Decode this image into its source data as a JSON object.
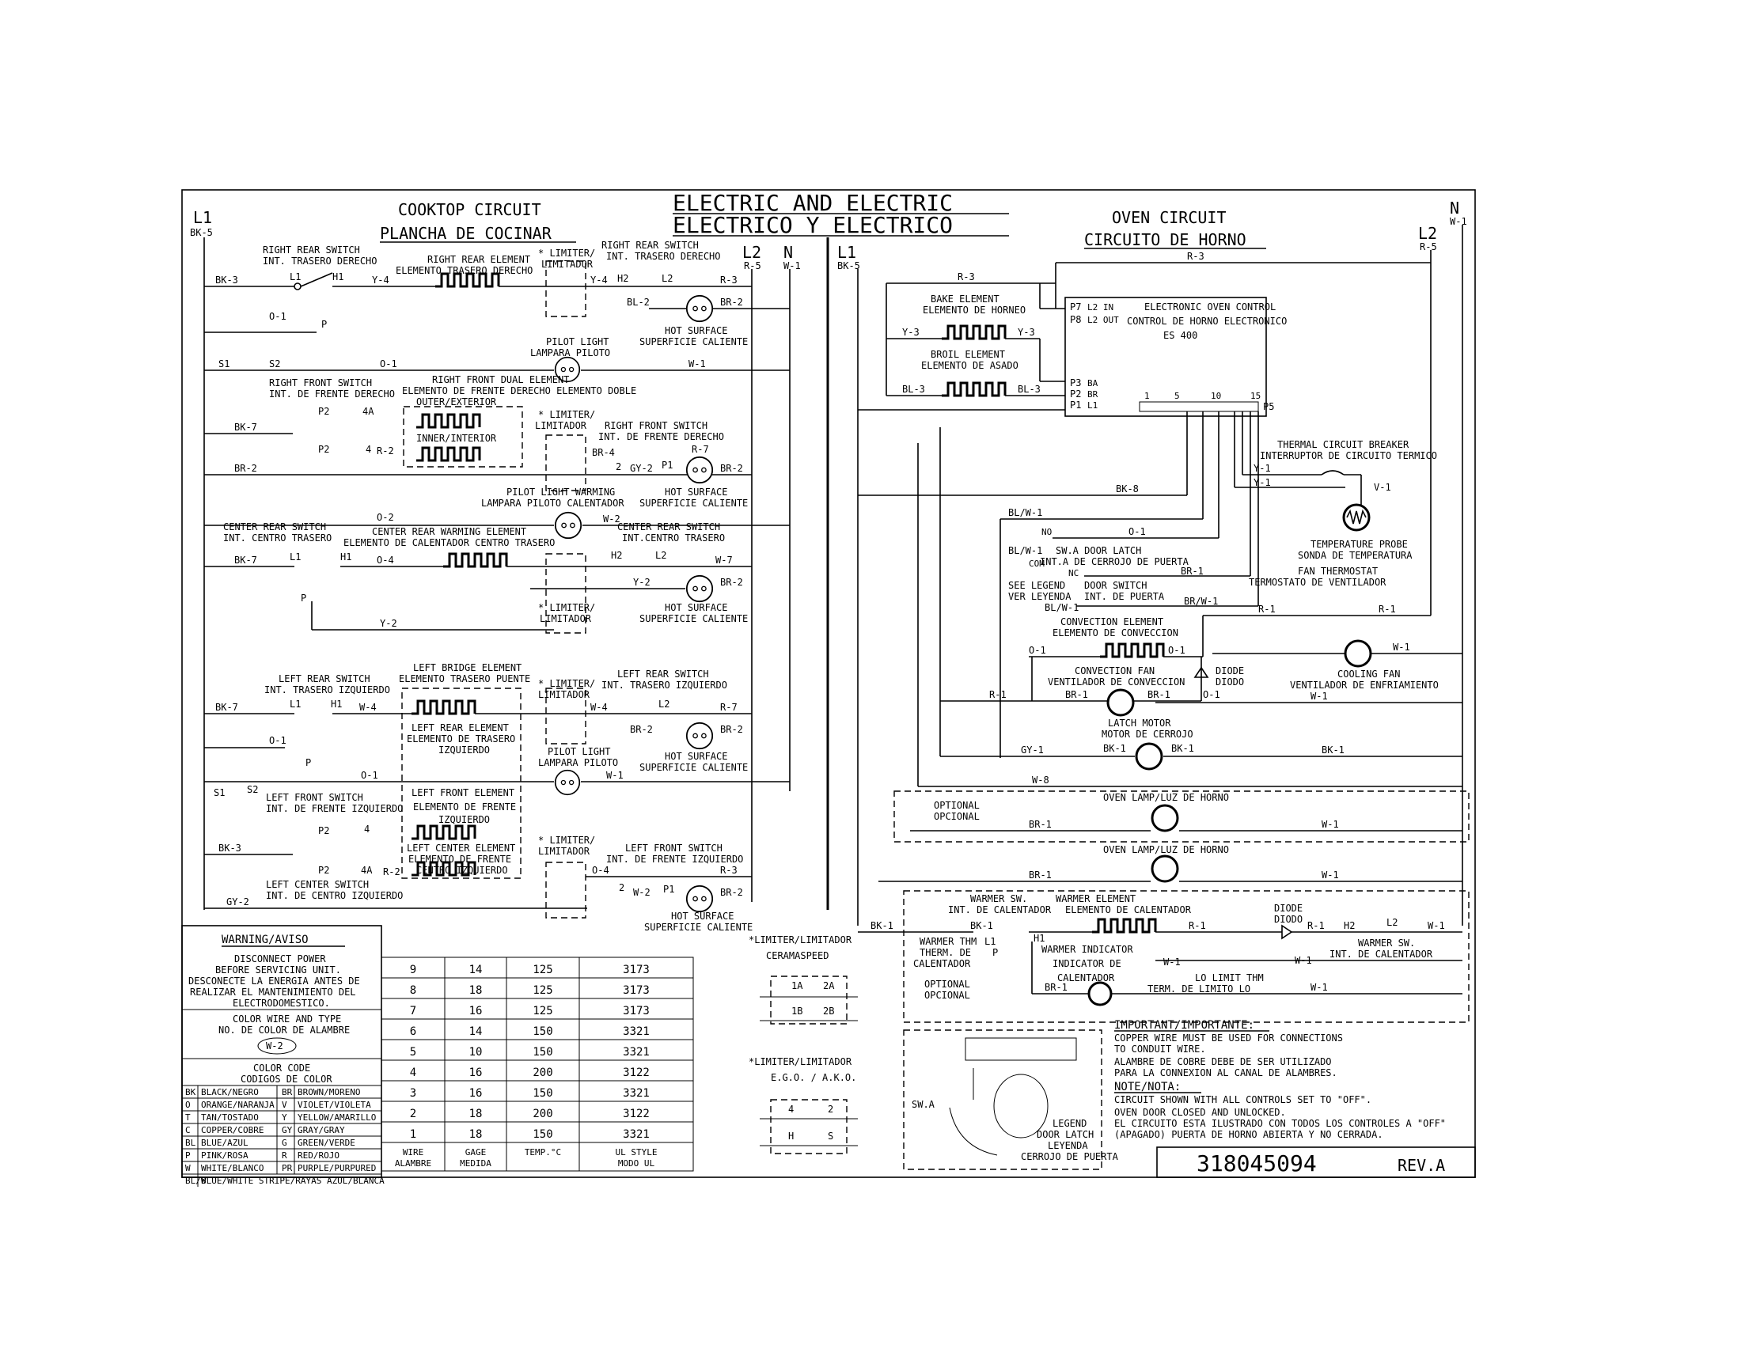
{
  "titles": {
    "main1": "ELECTRIC AND ELECTRIC",
    "main2": "ELECTRICO Y ELECTRICO",
    "cooktop1": "COOKTOP CIRCUIT",
    "cooktop2": "PLANCHA DE COCINAR",
    "oven1": "OVEN CIRCUIT",
    "oven2": "CIRCUITO DE HORNO"
  },
  "rails": {
    "L1": "L1",
    "BK5": "BK-5",
    "L2": "L2",
    "R5": "R-5",
    "N": "N",
    "W1": "W-1"
  },
  "cooktop": {
    "right_rear_switch": "RIGHT REAR SWITCH",
    "int_trasero_derecho": "INT. TRASERO DERECHO",
    "right_rear_element": "RIGHT REAR ELEMENT",
    "elemento_trasero_derecho": "ELEMENTO TRASERO DERECHO",
    "limiter": "* LIMITER/",
    "limitador": "LIMITADOR",
    "pilot_light": "PILOT LIGHT",
    "lampara_piloto": "LAMPARA PILOTO",
    "hot_surface": "HOT SURFACE",
    "superficie_caliente": "SUPERFICIE CALIENTE",
    "right_front_switch": "RIGHT FRONT SWITCH",
    "int_frente_derecho": "INT. DE FRENTE DERECHO",
    "right_front_dual": "RIGHT FRONT DUAL ELEMENT",
    "elemento_doble": "ELEMENTO DE FRENTE DERECHO ELEMENTO DOBLE",
    "outer": "OUTER/EXTERIOR",
    "inner": "INNER/INTERIOR",
    "pilot_warming": "PILOT LIGHT WARMING",
    "lampara_calentador": "LAMPARA PILOTO CALENTADOR",
    "center_rear_switch": "CENTER REAR SWITCH",
    "int_centro_trasero": "INT. CENTRO TRASERO",
    "center_rear_warming": "CENTER REAR WARMING ELEMENT",
    "elemento_calentador": "ELEMENTO DE CALENTADOR CENTRO TRASERO",
    "left_rear_switch": "LEFT REAR SWITCH",
    "int_trasero_izquierdo": "INT. TRASERO IZQUIERDO",
    "left_bridge": "LEFT BRIDGE ELEMENT",
    "elemento_trasero_puente": "ELEMENTO TRASERO PUENTE",
    "left_rear_element": "LEFT REAR ELEMENT",
    "elemento_de_trasero": "ELEMENTO DE TRASERO",
    "izquierdo": "IZQUIERDO",
    "left_front_switch": "LEFT FRONT SWITCH",
    "int_frente_izquierdo": "INT. DE FRENTE IZQUIERDO",
    "left_front_element": "LEFT FRONT ELEMENT",
    "elemento_de_frente": "ELEMENTO DE FRENTE",
    "left_center_element": "LEFT CENTER ELEMENT",
    "centro_izquierdo": "CENTRO IZQUIERDO",
    "left_center_switch": "LEFT CENTER SWITCH",
    "int_centro_izquierdo": "INT. DE CENTRO IZQUIERDO",
    "int_centro_trasero_center": "INT.CENTRO TRASERO"
  },
  "wires": {
    "BK3": "BK-3",
    "BK7": "BK-7",
    "BR2": "BR-2",
    "O1": "O-1",
    "O2": "O-2",
    "O4": "O-4",
    "Y2": "Y-2",
    "Y3": "Y-3",
    "Y4": "Y-4",
    "W1": "W-1",
    "W2": "W-2",
    "W4": "W-4",
    "W7": "W-7",
    "W8": "W-8",
    "R1": "R-1",
    "R2": "R-2",
    "R3": "R-3",
    "R7": "R-7",
    "BL2": "BL-2",
    "BL3": "BL-3",
    "BR1": "BR-1",
    "BR4": "BR-4",
    "GY1": "GY-1",
    "GY2": "GY-2",
    "BK1": "BK-1",
    "BK8": "BK-8",
    "BLW1": "BL/W-1",
    "BRW1": "BR/W-1",
    "V1": "V-1",
    "Y1": "Y-1"
  },
  "terminals": {
    "L1": "L1",
    "L2": "L2",
    "H1": "H1",
    "H2": "H2",
    "P": "P",
    "P1": "P1",
    "P2": "P2",
    "S1": "S1",
    "S2": "S2",
    "4": "4",
    "4A": "4A",
    "2": "2"
  },
  "oven": {
    "bake_element": "BAKE ELEMENT",
    "elemento_horneo": "ELEMENTO DE HORNEO",
    "broil_element": "BROIL ELEMENT",
    "elemento_asado": "ELEMENTO DE ASADO",
    "eoc1": "ELECTRONIC OVEN CONTROL",
    "eoc2": "CONTROL DE HORNO ELECTRONICO",
    "eoc3": "ES 400",
    "p7": "P7",
    "l2in": "L2 IN",
    "p8": "P8",
    "l2out": "L2 OUT",
    "p3": "P3",
    "ba": "BA",
    "p2": "P2",
    "br": "BR",
    "p1": "P1",
    "l1": "L1",
    "p5": "P5",
    "pins": [
      "1",
      "5",
      "10",
      "15"
    ],
    "tcb1": "THERMAL CIRCUIT BREAKER",
    "tcb2": "INTERRUPTOR DE CIRCUITO TERMICO",
    "tp1": "TEMPERATURE PROBE",
    "tp2": "SONDA DE TEMPERATURA",
    "swa1": "SW.A DOOR LATCH",
    "swa2": "INT.A DE CERROJO DE PUERTA",
    "no": "NO",
    "com": "COM",
    "nc": "NC",
    "legend1": "SEE LEGEND",
    "legend2": "VER LEYENDA",
    "ds1": "DOOR SWITCH",
    "ds2": "INT. DE PUERTA",
    "ft1": "FAN THERMOSTAT",
    "ft2": "TERMOSTATO DE VENTILADOR",
    "ce1": "CONVECTION ELEMENT",
    "ce2": "ELEMENTO DE CONVECCION",
    "cf1": "CONVECTION FAN",
    "cf2": "VENTILADOR DE CONVECCION",
    "diode1": "DIODE",
    "diode2": "DIODO",
    "cool1": "COOLING FAN",
    "cool2": "VENTILADOR DE ENFRIAMIENTO",
    "lm1": "LATCH MOTOR",
    "lm2": "MOTOR DE CERROJO",
    "optional": "OPTIONAL",
    "opcional": "OPCIONAL",
    "lamp": "OVEN LAMP/LUZ DE HORNO",
    "wsw1": "WARMER SW.",
    "wsw2": "INT. DE CALENTADOR",
    "we1": "WARMER ELEMENT",
    "we2": "ELEMENTO DE CALENTADOR",
    "wthm1": "WARMER THM",
    "wthm2": "THERM. DE",
    "wthm3": "CALENTADOR",
    "wi1": "WARMER INDICATOR",
    "wi2": "INDICATOR DE",
    "wi3": "CALENTADOR",
    "ll1": "LO LIMIT THM",
    "ll2": "TERM. DE LIMITO LO",
    "warmer_sw_r": "WARMER SW.",
    "int_cal_r": "INT. DE CALENTADOR"
  },
  "limiters": {
    "cera_title": "*LIMITER/LIMITADOR",
    "cera_sub": "CERAMASPEED",
    "ego_title": "*LIMITER/LIMITADOR",
    "ego_sub": "E.G.O. / A.K.O.",
    "1A": "1A",
    "2A": "2A",
    "1B": "1B",
    "2B": "2B",
    "4": "4",
    "2": "2",
    "H": "H",
    "S": "S"
  },
  "warning": {
    "title": "WARNING/AVISO",
    "lines": [
      "DISCONNECT POWER",
      "BEFORE SERVICING UNIT.",
      "DESCONECTE LA ENERGIA ANTES DE",
      "REALIZAR EL MANTENIMIENTO DEL",
      "ELECTRODOMESTICO."
    ],
    "color_wire1": "COLOR WIRE AND TYPE",
    "color_wire2": "NO. DE COLOR DE ALAMBRE",
    "sample": "W-2",
    "code1": "COLOR CODE",
    "code2": "CODIGOS DE COLOR",
    "codes": [
      [
        "BK",
        "BLACK/NEGRO",
        "BR",
        "BROWN/MORENO"
      ],
      [
        "O",
        "ORANGE/NARANJA",
        "V",
        "VIOLET/VIOLETA"
      ],
      [
        "T",
        "TAN/TOSTADO",
        "Y",
        "YELLOW/AMARILLO"
      ],
      [
        "C",
        "COPPER/COBRE",
        "GY",
        "GRAY/GRAY"
      ],
      [
        "BL",
        "BLUE/AZUL",
        "G",
        "GREEN/VERDE"
      ],
      [
        "P",
        "PINK/ROSA",
        "R",
        "RED/ROJO"
      ],
      [
        "W",
        "WHITE/BLANCO",
        "PR",
        "PURPLE/PURPURED"
      ]
    ],
    "last_code": [
      "BL/W",
      "BLUE/WHITE STRIPE/RAYAS AZUL/BLANCA"
    ]
  },
  "wire_table": {
    "rows": [
      [
        "9",
        "14",
        "125",
        "3173"
      ],
      [
        "8",
        "18",
        "125",
        "3173"
      ],
      [
        "7",
        "16",
        "125",
        "3173"
      ],
      [
        "6",
        "14",
        "150",
        "3321"
      ],
      [
        "5",
        "10",
        "150",
        "3321"
      ],
      [
        "4",
        "16",
        "200",
        "3122"
      ],
      [
        "3",
        "16",
        "150",
        "3321"
      ],
      [
        "2",
        "18",
        "200",
        "3122"
      ],
      [
        "1",
        "18",
        "150",
        "3321"
      ]
    ],
    "headers": [
      "WIRE",
      "GAGE",
      "TEMP.°C",
      "UL STYLE"
    ],
    "headers2": [
      "ALAMBRE",
      "MEDIDA",
      "",
      "MODO UL"
    ]
  },
  "important": {
    "title": "IMPORTANT/IMPORTANTE:",
    "lines": [
      "COPPER WIRE MUST BE USED FOR CONNECTIONS",
      "TO CONDUIT WIRE.",
      "ALAMBRE DE COBRE DEBE DE SER UTILIZADO",
      "PARA LA CONNEXION AL CANAL DE ALAMBRES."
    ],
    "note_title": "NOTE/NOTA:",
    "note_lines": [
      "CIRCUIT SHOWN WITH ALL CONTROLS SET TO \"OFF\".",
      "OVEN DOOR CLOSED AND UNLOCKED.",
      "EL CIRCUITO ESTA ILUSTRADO CON TODOS LOS CONTROLES A \"OFF\"",
      "(APAGADO) PUERTA DE HORNO ABIERTA Y NO CERRADA."
    ]
  },
  "latch_legend": {
    "swa": "SW.A",
    "l1": "LEGEND",
    "l2": "DOOR LATCH",
    "l3": "LEYENDA",
    "l4": "CERROJO DE PUERTA"
  },
  "part_number": "318045094",
  "revision": "REV.A"
}
